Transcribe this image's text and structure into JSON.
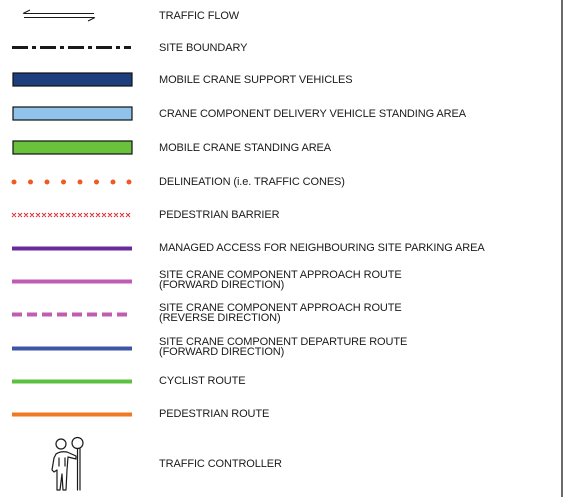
{
  "legend": {
    "items": [
      {
        "key": "traffic-flow",
        "label": "TRAFFIC FLOW",
        "icon": "double-arrow-icon"
      },
      {
        "key": "site-boundary",
        "label": "SITE BOUNDARY",
        "icon": "dash-dot-line"
      },
      {
        "key": "mobile-crane-support",
        "label": "MOBILE CRANE SUPPORT VEHICLES",
        "color": "#1d3f7e"
      },
      {
        "key": "delivery-standing",
        "label": "CRANE COMPONENT DELIVERY VEHICLE STANDING AREA",
        "color": "#8fc3ea"
      },
      {
        "key": "crane-standing",
        "label": "MOBILE CRANE STANDING AREA",
        "color": "#6ac23c"
      },
      {
        "key": "delineation",
        "label": "DELINEATION (i.e. TRAFFIC CONES)",
        "color": "#ee5a24"
      },
      {
        "key": "pedestrian-barrier",
        "label": "PEDESTRIAN BARRIER",
        "color": "#d8262e"
      },
      {
        "key": "managed-access",
        "label": "MANAGED ACCESS FOR NEIGHBOURING SITE PARKING AREA",
        "color": "#6a2a9b"
      },
      {
        "key": "approach-forward",
        "label_line1": "SITE CRANE COMPONENT APPROACH ROUTE",
        "label_line2": "(FORWARD DIRECTION)",
        "color": "#c15cb3"
      },
      {
        "key": "approach-reverse",
        "label_line1": "SITE CRANE COMPONENT APPROACH ROUTE",
        "label_line2": "(REVERSE DIRECTION)",
        "color": "#c15cb3"
      },
      {
        "key": "departure-forward",
        "label_line1": "SITE CRANE COMPONENT DEPARTURE ROUTE",
        "label_line2": "(FORWARD DIRECTION)",
        "color": "#3d55a8"
      },
      {
        "key": "cyclist-route",
        "label": "CYCLIST ROUTE",
        "color": "#5cc13e"
      },
      {
        "key": "pedestrian-route",
        "label": "PEDESTRIAN ROUTE",
        "color": "#f07a22"
      },
      {
        "key": "traffic-controller",
        "label": "TRAFFIC CONTROLLER",
        "icon": "traffic-controller-icon"
      }
    ]
  }
}
